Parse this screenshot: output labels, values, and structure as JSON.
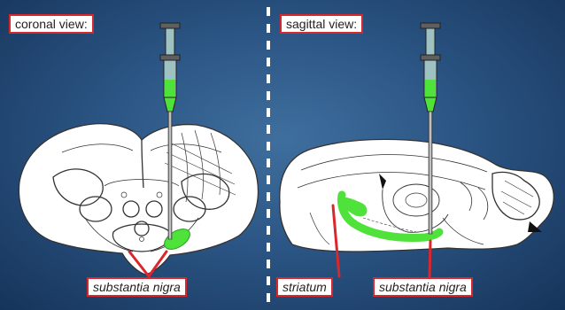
{
  "panels": {
    "left": {
      "title": "coronal view:",
      "target_label": "substantia nigra"
    },
    "right": {
      "title": "sagittal view:",
      "striatum_label": "striatum",
      "target_label": "substantia nigra"
    }
  },
  "colors": {
    "label_border": "#d8282e",
    "pointer_line": "#d8282e",
    "injection_green": "#4ee23a",
    "background": "#2b5584"
  },
  "icons": {
    "syringe": "syringe-icon"
  }
}
